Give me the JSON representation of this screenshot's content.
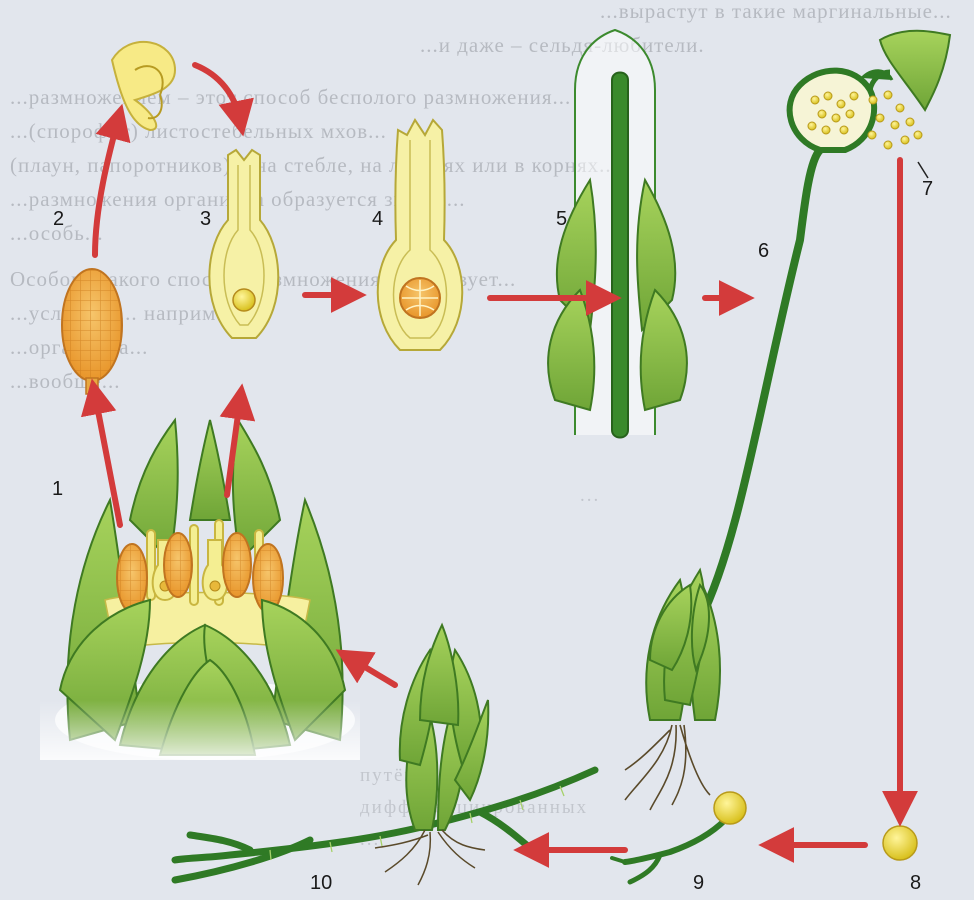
{
  "figure": {
    "stage_labels": [
      "1",
      "2",
      "3",
      "4",
      "5",
      "6",
      "7",
      "8",
      "9",
      "10"
    ]
  },
  "background_text": {
    "lines": [
      "...вырастут в такие маргинальные...",
      "...и даже – сельдя-любители.",
      "...размножением – этот способ бесполого размножения...",
      "...(спорофит) листостебельных мхов...",
      "(плаун, папоротников) – на стебле, на листьях или в корнях...",
      "...размножения организма образуется зигота...",
      "...особь...",
      "Особого такого способа размножения существует...",
      "...условиях... например...",
      "...организма...",
      "...вообще..."
    ],
    "right_column": [
      "...",
      "путём",
      "дифференциированных",
      "..."
    ]
  },
  "colors": {
    "arrow": "#d33b3b",
    "leaf": "#8fbf45",
    "leaf_dark": "#4f8a2a",
    "stem": "#3c8a2e",
    "sporangium": "#f0a63a",
    "cell_yellow": "#f2e98a",
    "spore": "#e6cf2a"
  }
}
